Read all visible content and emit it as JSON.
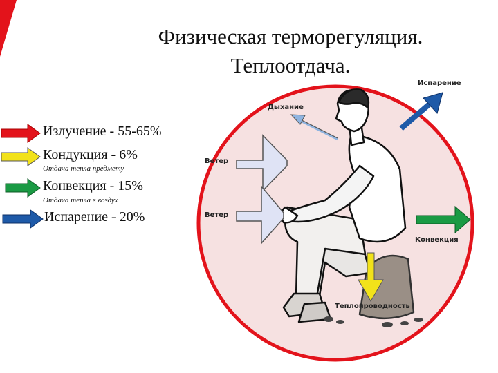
{
  "title": {
    "line1": "Физическая терморегуляция.",
    "line2": "Теплоотдача."
  },
  "legend": [
    {
      "label": "Излучение - 55-65%",
      "note": "",
      "color": "#e3131b"
    },
    {
      "label": "Кондукция  - 6%",
      "note": "Отдача тепла предмету",
      "color": "#f2e21a"
    },
    {
      "label": "Конвекция -  15%",
      "note": "Отдача тепла в  воздух",
      "color": "#1a9a44"
    },
    {
      "label": " Испарение - 20%",
      "note": "",
      "color": "#1e5aa8"
    }
  ],
  "diagram": {
    "breathing": "Дыхание",
    "evaporation": "Испарение",
    "wind_upper": "Ветер",
    "wind_lower": "Ветер",
    "convection": "Конвекция",
    "conduction": "Теплопроводность",
    "circle_fill": "#f6e1e1",
    "circle_stroke": "#e3131b"
  }
}
